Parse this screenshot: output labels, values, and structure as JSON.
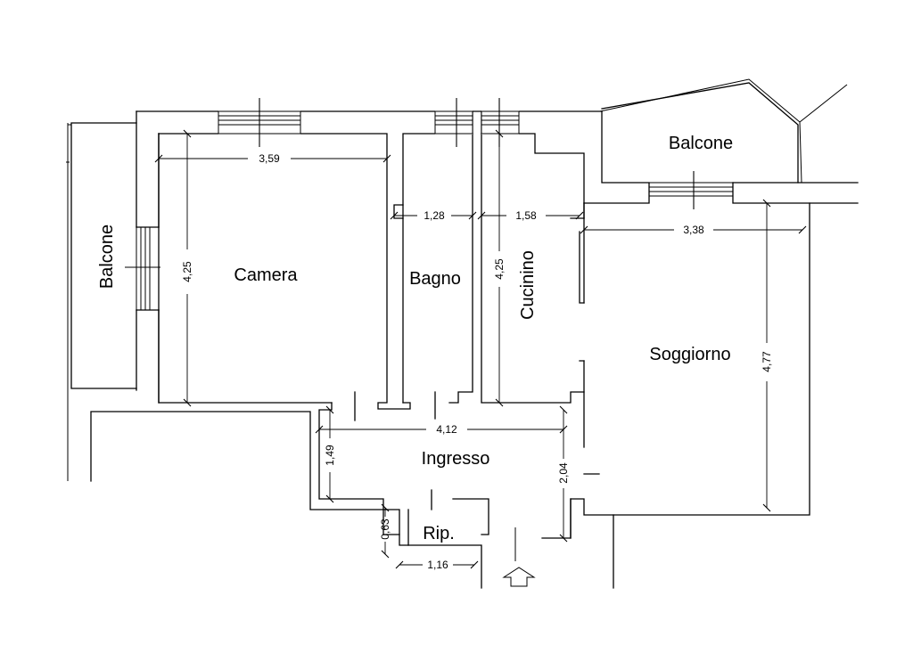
{
  "rooms": {
    "balcone_left": "Balcone",
    "camera": "Camera",
    "bagno": "Bagno",
    "cucinino": "Cucinino",
    "balcone_top": "Balcone",
    "soggiorno": "Soggiorno",
    "ingresso": "Ingresso",
    "rip": "Rip."
  },
  "dimensions": {
    "camera_width": "3,59",
    "camera_height": "4,25",
    "bagno_width": "1,28",
    "cucinino_width": "1,58",
    "cucinino_height": "4,25",
    "soggiorno_width": "3,38",
    "soggiorno_height": "4,77",
    "ingresso_width": "4,12",
    "ingresso_height": "1,49",
    "soggiorno_lower": "2,04",
    "rip_height": "0,63",
    "rip_width": "1,16"
  }
}
